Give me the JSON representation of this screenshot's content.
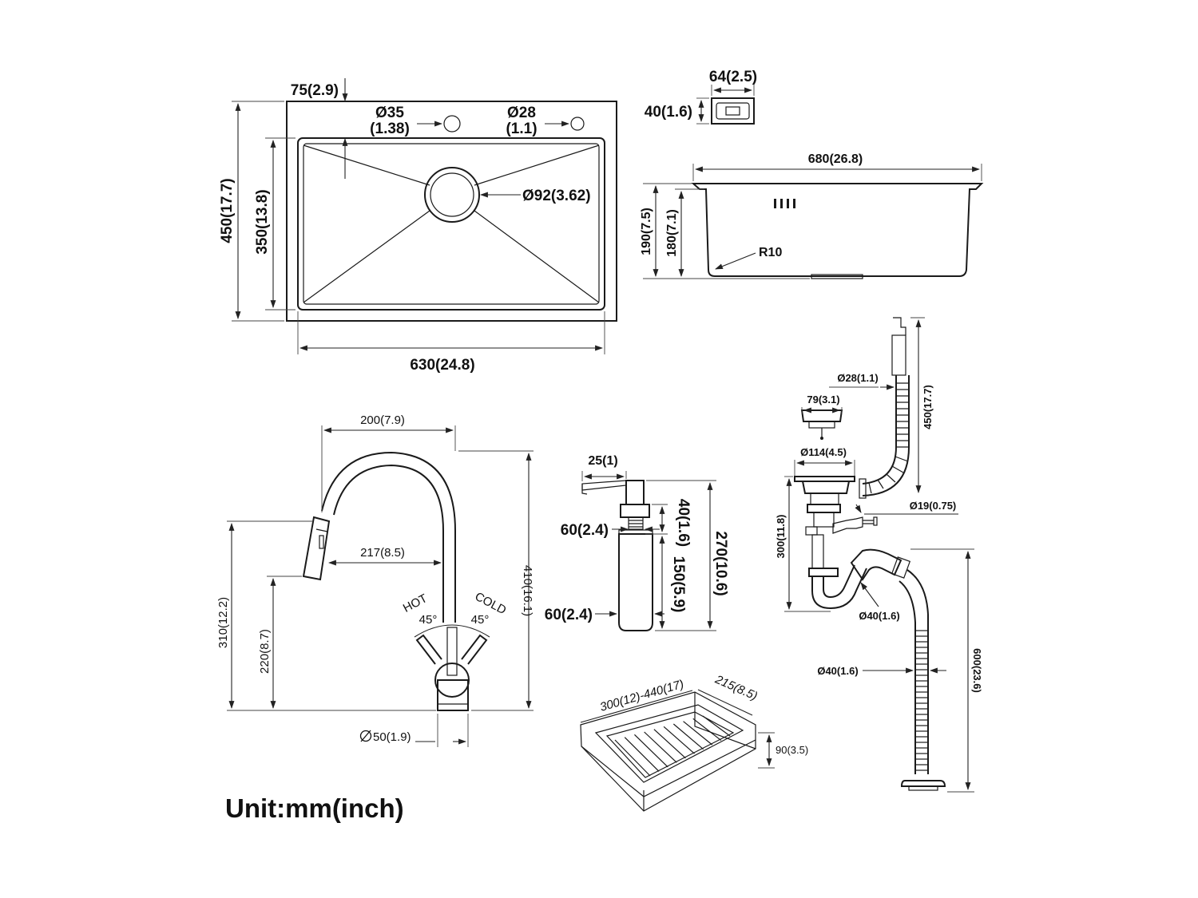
{
  "top_view": {
    "label_75": "75(2.9)",
    "label_d35_a": "Ø35",
    "label_d35_b": "(1.38)",
    "label_d28_a": "Ø28",
    "label_d28_b": "(1.1)",
    "label_d92": "Ø92(3.62)",
    "label_450": "450(17.7)",
    "label_350": "350(13.8)",
    "label_630": "630(24.8)"
  },
  "soap_top": {
    "label_64": "64(2.5)",
    "label_40": "40(1.6)"
  },
  "side_view": {
    "label_680": "680(26.8)",
    "label_190": "190(7.5)",
    "label_180": "180(7.1)",
    "label_r10": "R10"
  },
  "faucet": {
    "label_200": "200(7.9)",
    "label_217": "217(8.5)",
    "label_310": "310(12.2)",
    "label_220": "220(8.7)",
    "label_410": "410(16.1)",
    "label_50": "50(1.9)",
    "label_hot": "HOT",
    "label_cold": "COLD",
    "label_45_left": "45°",
    "label_45_right": "45°"
  },
  "dispenser": {
    "label_25": "25(1)",
    "label_40": "40(1.6)",
    "label_60_top": "60(2.4)",
    "label_270": "270(10.6)",
    "label_150": "150(5.9)",
    "label_60_bottom": "60(2.4)"
  },
  "drain": {
    "label_d28": "Ø28(1.1)",
    "label_450": "450(17.7)",
    "label_79": "79(3.1)",
    "label_d114": "Ø114(4.5)",
    "label_d19": "Ø19(0.75)",
    "label_300": "300(11.8)",
    "label_d40_a": "Ø40(1.6)",
    "label_d40_b": "Ø40(1.6)",
    "label_600": "600(23.6)"
  },
  "basket": {
    "label_range": "300(12)-440(17)",
    "label_215": "215(8.5)",
    "label_90": "90(3.5)"
  },
  "unit_label": "Unit:mm(inch)"
}
